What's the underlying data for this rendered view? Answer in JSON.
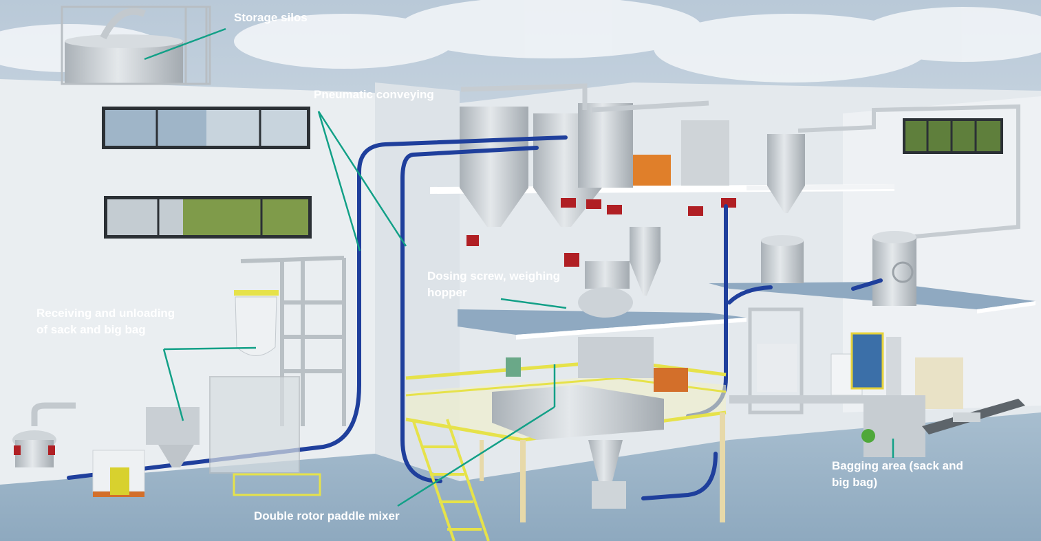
{
  "colors": {
    "sky": "#dfe7ee",
    "wall": "#e9eef2",
    "floor": "#9fb8cc",
    "pipe_blue": "#1f3f9c",
    "steel": "#c7cdd2",
    "accent_red": "#b01f24",
    "rail_yellow": "#e6e24a",
    "leader_teal": "#12a087",
    "label_text": "#ffffff"
  },
  "labels": {
    "storage_silos": "Storage silos",
    "pneumatic_conveying": "Pneumatic conveying",
    "dosing_screw_line1": "Dosing screw, weighing",
    "dosing_screw_line2": "hopper",
    "receiving_line1": "Receiving and unloading",
    "receiving_line2": "of sack and big bag",
    "double_rotor": "Double rotor paddle mixer",
    "bagging_line1": "Bagging area (sack and",
    "bagging_line2": "big bag)"
  }
}
